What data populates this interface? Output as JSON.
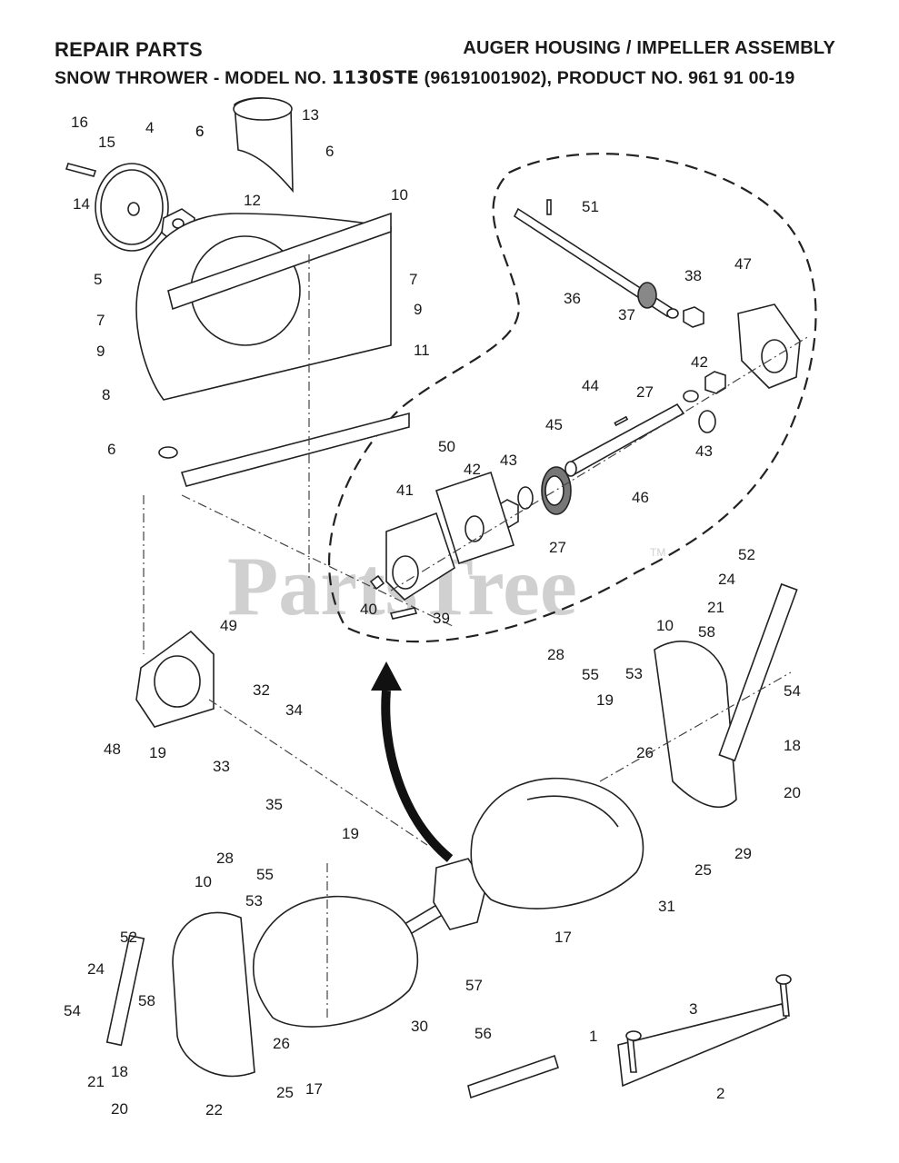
{
  "header": {
    "left_title": "REPAIR PARTS",
    "right_title": "AUGER HOUSING / IMPELLER ASSEMBLY",
    "subtitle_prefix": "SNOW THROWER - MODEL NO. ",
    "model_no": "1130STE",
    "subtitle_suffix": " (96191001902), PRODUCT NO. 961 91 00-19"
  },
  "watermark": {
    "text": "PartsTree",
    "trademark": "TM"
  },
  "callouts": [
    "16",
    "4",
    "15",
    "14",
    "5",
    "6",
    "6",
    "13",
    "6",
    "12",
    "10",
    "7",
    "7",
    "9",
    "9",
    "11",
    "8",
    "6",
    "51",
    "36",
    "38",
    "47",
    "37",
    "42",
    "27",
    "44",
    "45",
    "43",
    "50",
    "42",
    "43",
    "46",
    "41",
    "27",
    "40",
    "39",
    "52",
    "24",
    "21",
    "58",
    "10",
    "54",
    "18",
    "20",
    "29",
    "53",
    "26",
    "55",
    "28",
    "19",
    "25",
    "31",
    "17",
    "57",
    "49",
    "32",
    "48",
    "19",
    "33",
    "34",
    "35",
    "28",
    "55",
    "19",
    "10",
    "53",
    "52",
    "24",
    "54",
    "58",
    "18",
    "21",
    "20",
    "22",
    "26",
    "25",
    "17",
    "30",
    "56",
    "3",
    "1",
    "2"
  ]
}
